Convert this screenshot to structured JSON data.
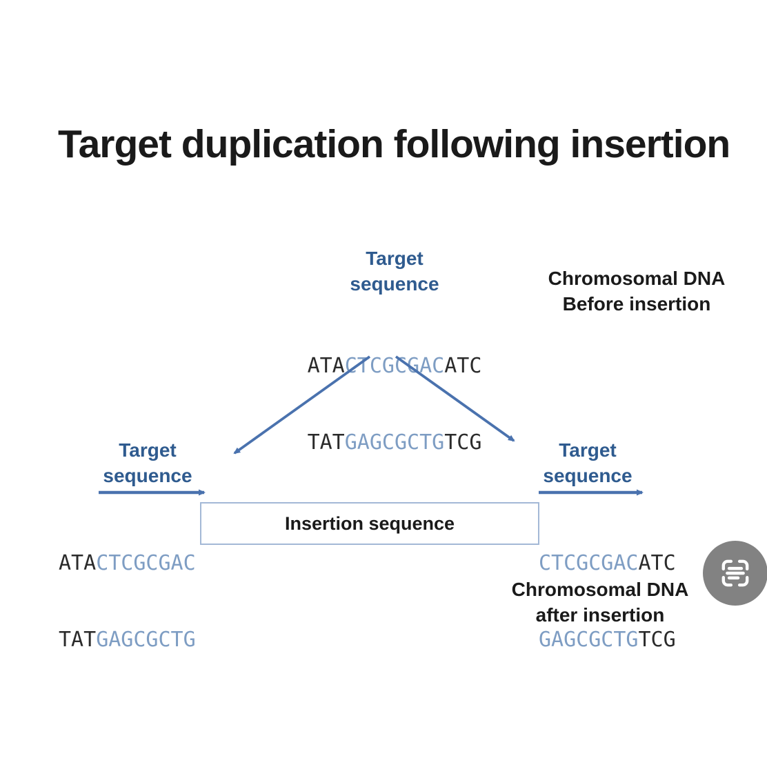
{
  "title": "Target duplication following insertion",
  "colors": {
    "background": "#ffffff",
    "title_text": "#1a1a1a",
    "label_blue": "#2f5b8f",
    "seq_blue": "#7e9dc3",
    "seq_black": "#2b2b2b",
    "arrow_blue": "#4a72ae",
    "box_border": "#a3b8d6",
    "box_fill": "#ffffff",
    "note_black": "#1a1a1a",
    "scan_bg": "#828282",
    "scan_glyph": "#ffffff"
  },
  "before": {
    "target_label": {
      "line1": "Target",
      "line2": "sequence"
    },
    "note": {
      "line1": "Chromosomal DNA",
      "line2": "Before insertion"
    },
    "strand_top": [
      {
        "t": "ATA",
        "c": "black"
      },
      {
        "t": "CTCGCGAC",
        "c": "blue"
      },
      {
        "t": "ATC",
        "c": "black"
      }
    ],
    "strand_bottom": [
      {
        "t": "TAT",
        "c": "black"
      },
      {
        "t": "GAGCGCTG",
        "c": "blue"
      },
      {
        "t": "TCG",
        "c": "black"
      }
    ]
  },
  "after": {
    "left": {
      "target_label": {
        "line1": "Target",
        "line2": "sequence"
      },
      "strand_top": [
        {
          "t": "ATA",
          "c": "black"
        },
        {
          "t": "CTCGCGAC",
          "c": "blue"
        }
      ],
      "strand_bottom": [
        {
          "t": "TAT",
          "c": "black"
        },
        {
          "t": "GAGCGCTG",
          "c": "blue"
        }
      ]
    },
    "insertion_box": {
      "label": "Insertion sequence"
    },
    "right": {
      "target_label": {
        "line1": "Target",
        "line2": "sequence"
      },
      "strand_top": [
        {
          "t": "CTCGCGAC",
          "c": "blue"
        },
        {
          "t": "ATC",
          "c": "black"
        }
      ],
      "strand_bottom": [
        {
          "t": "GAGCGCTG",
          "c": "blue"
        },
        {
          "t": "TCG",
          "c": "black"
        }
      ]
    },
    "note": {
      "line1": "Chromosomal DNA",
      "line2": "after insertion"
    }
  },
  "icons": {
    "scan_button": "scan-text-icon"
  }
}
